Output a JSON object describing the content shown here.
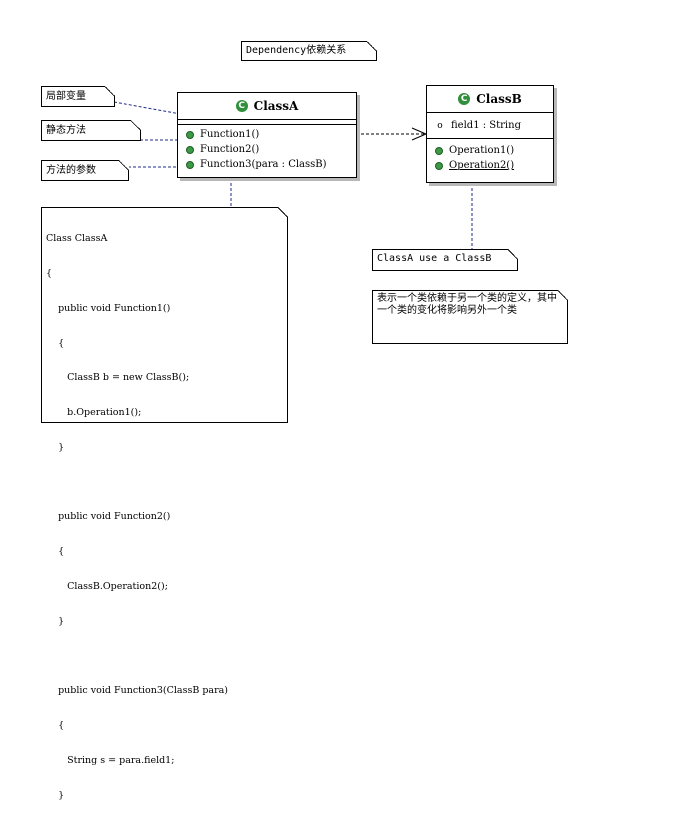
{
  "title_note": "Dependency依赖关系",
  "labels": {
    "local_variable": "局部变量",
    "static_method": "静态方法",
    "method_parameter": "方法的参数"
  },
  "class_a": {
    "name": "ClassA",
    "icon": "class-icon",
    "operations": [
      "Function1()",
      "Function2()",
      "Function3(para : ClassB)"
    ]
  },
  "class_b": {
    "name": "ClassB",
    "icon": "class-icon",
    "attributes": [
      "field1 : String"
    ],
    "operations": [
      "Operation1()",
      "Operation2()"
    ]
  },
  "code_note": [
    "Class ClassA",
    "{",
    "    public void Function1()",
    "    {",
    "       ClassB b = new ClassB();",
    "       b.Operation1();",
    "    }",
    "",
    "    public void Function2()",
    "    {",
    "       ClassB.Operation2();",
    "    }",
    "",
    "    public void Function3(ClassB para)",
    "    {",
    "       String s = para.field1;",
    "    }"
  ],
  "use_note": "ClassA use a ClassB",
  "description_note": "表示一个类依赖于另一个类的定义，其中一个类的变化将影响另外一个类"
}
